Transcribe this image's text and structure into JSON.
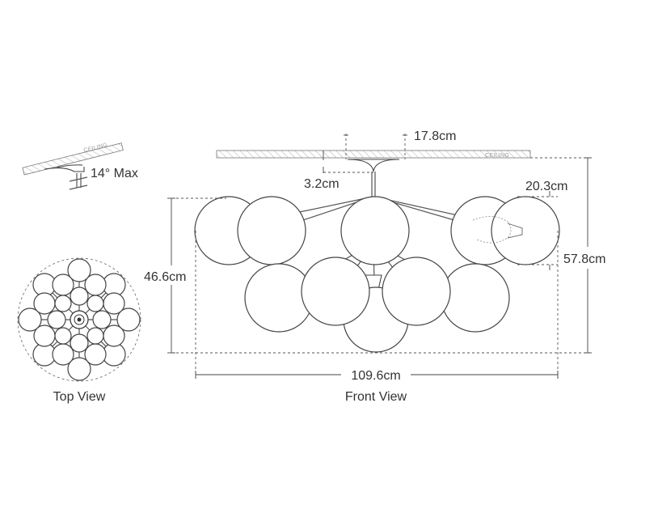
{
  "labels": {
    "ceiling_small": "CEILING",
    "ceiling_main": "CEILING",
    "slope": "14° Max",
    "top_view": "Top View",
    "front_view": "Front View"
  },
  "dimensions": {
    "canopy_width": "17.8cm",
    "canopy_height": "3.2cm",
    "globe_diameter": "20.3cm",
    "body_height": "46.6cm",
    "overall_height": "57.8cm",
    "overall_width": "109.6cm"
  }
}
